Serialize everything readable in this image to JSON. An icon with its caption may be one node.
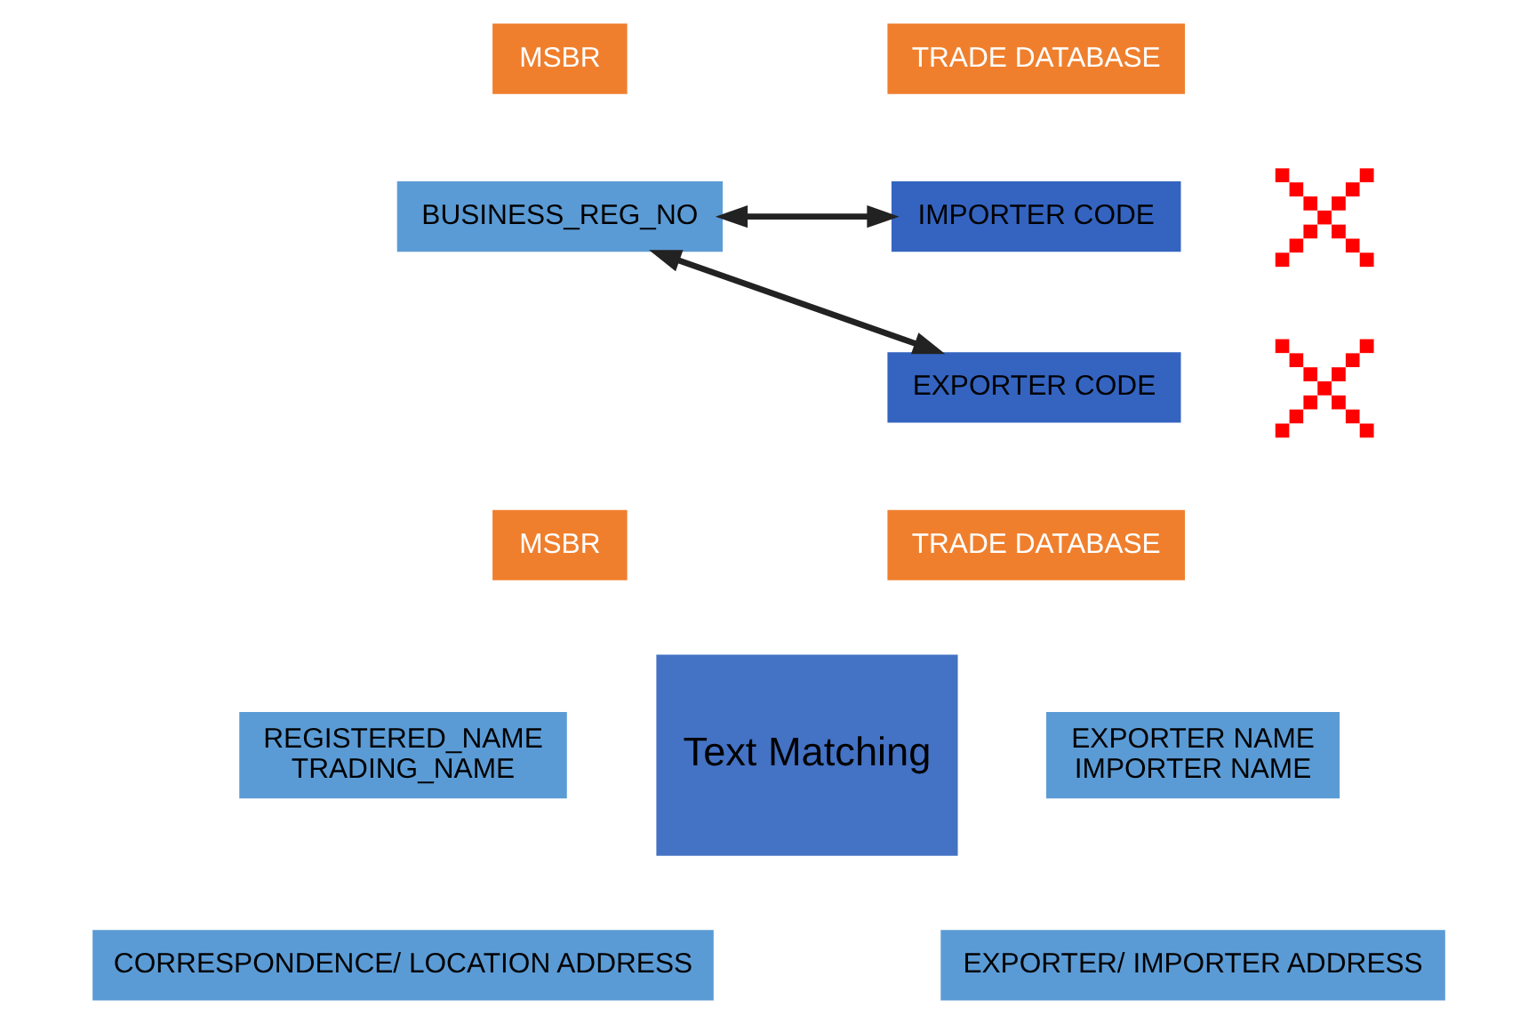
{
  "diagram": {
    "nodes": [
      {
        "text": [
          "MSBR"
        ]
      },
      {
        "text": [
          "TRADE DATABASE"
        ]
      },
      {
        "text": [
          "BUSINESS_REG_NO"
        ]
      },
      {
        "text": [
          "IMPORTER CODE"
        ]
      },
      {
        "text": [
          "EXPORTER CODE"
        ]
      },
      {
        "text": [],
        "shape": "cross"
      },
      {
        "text": [],
        "shape": "cross"
      },
      {
        "text": [
          "MSBR"
        ]
      },
      {
        "text": [
          "TRADE DATABASE"
        ]
      },
      {
        "text": [
          "REGISTERED_NAME",
          "TRADING_NAME"
        ]
      },
      {
        "text": [
          "CORRESPONDENCE/ LOCATION ADDRESS"
        ]
      },
      {
        "text": [
          "Text Matching"
        ]
      },
      {
        "text": [
          "EXPORTER NAME",
          "IMPORTER NAME"
        ]
      },
      {
        "text": [
          "EXPORTER/ IMPORTER ADDRESS"
        ]
      }
    ],
    "edges": [
      {
        "from": 2,
        "to": 3,
        "arrow": "both"
      },
      {
        "from": 2,
        "to": 4,
        "arrow": "both"
      }
    ]
  }
}
